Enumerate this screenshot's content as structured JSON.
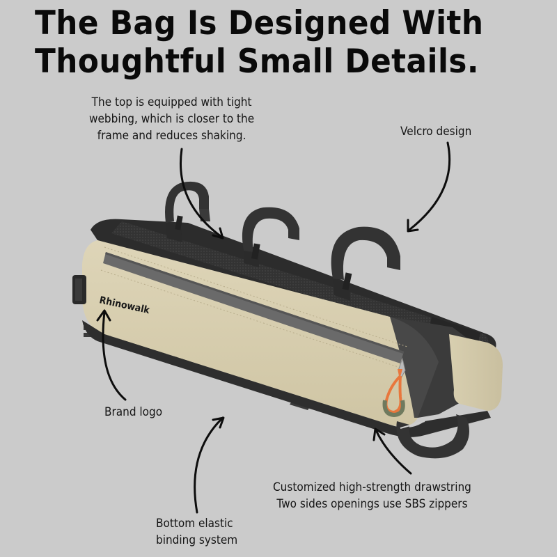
{
  "headline": {
    "line1": "The Bag Is Designed With",
    "line2": "Thoughtful Small Details."
  },
  "annotations": {
    "top_webbing": {
      "line1": "The top is equipped with tight",
      "line2": "webbing, which is closer to the",
      "line3": "frame and reduces shaking."
    },
    "velcro": {
      "line1": "Velcro design"
    },
    "brand_logo": {
      "line1": "Brand logo"
    },
    "drawstring": {
      "line1": "Customized high-strength drawstring",
      "line2": "Two sides openings use SBS zippers"
    },
    "bottom_binding": {
      "line1": "Bottom elastic",
      "line2": "binding system"
    }
  },
  "product": {
    "brand": "Rhinowalk",
    "logo_text": "Rhinowalk",
    "icon": "frame-bag-icon"
  },
  "colors": {
    "background": "#cbcbcb",
    "bag_body": "#d9d0b2",
    "bag_dark": "#2f2f2f",
    "zipper": "#6b6b6b",
    "pull_cord": "#e8773d",
    "pull_grip": "#6f7a5e",
    "text": "#111111"
  }
}
